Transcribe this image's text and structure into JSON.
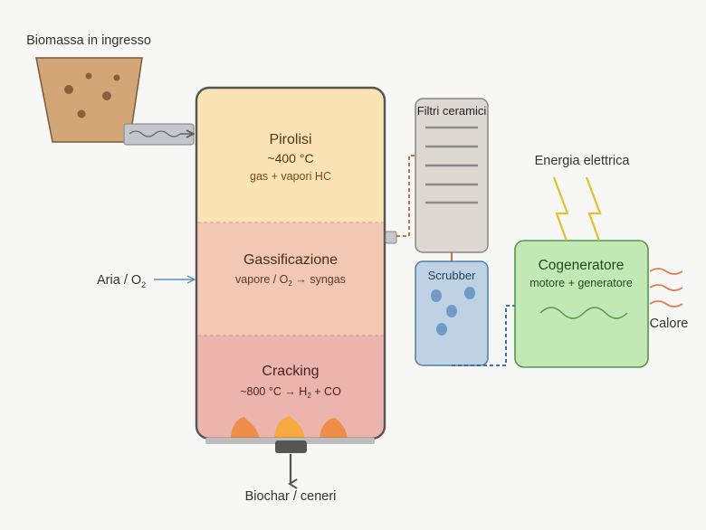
{
  "labels": {
    "biomass_in": "Biomassa in ingresso",
    "air_o2": "Aria / O",
    "air_o2_sub": "2",
    "biochar": "Biochar / ceneri",
    "energy": "Energia elettrica",
    "heat": "Calore"
  },
  "zones": {
    "pyrolysis": {
      "title": "Pirolisi",
      "temp": "~400 °C",
      "note": "gas + vapori HC"
    },
    "gasification": {
      "title": "Gassificazione",
      "note_a": "vapore / O",
      "note_sub": "2",
      "note_b": " → syngas"
    },
    "cracking": {
      "title": "Cracking",
      "note_a": "~800 °C → H",
      "note_sub": "2",
      "note_b": " + CO"
    }
  },
  "units": {
    "filter": {
      "title": "Filtri ceramici"
    },
    "scrubber": {
      "title": "Scrubber"
    },
    "chp": {
      "title": "Cogeneratore",
      "subtitle": "motore + generatore"
    }
  },
  "colors": {
    "pyrolysis": "#fae3b4",
    "gasification": "#f3c8b2",
    "cracking": "#ebb5ae",
    "hopper": "#d2a677",
    "filter": "#ddd8d1",
    "scrubber": "#bed2e3",
    "chp": "#c2e8b6",
    "flame": "#f08a3e",
    "gas_line": "#cc6f3c",
    "water_line": "#3c6fb0"
  }
}
